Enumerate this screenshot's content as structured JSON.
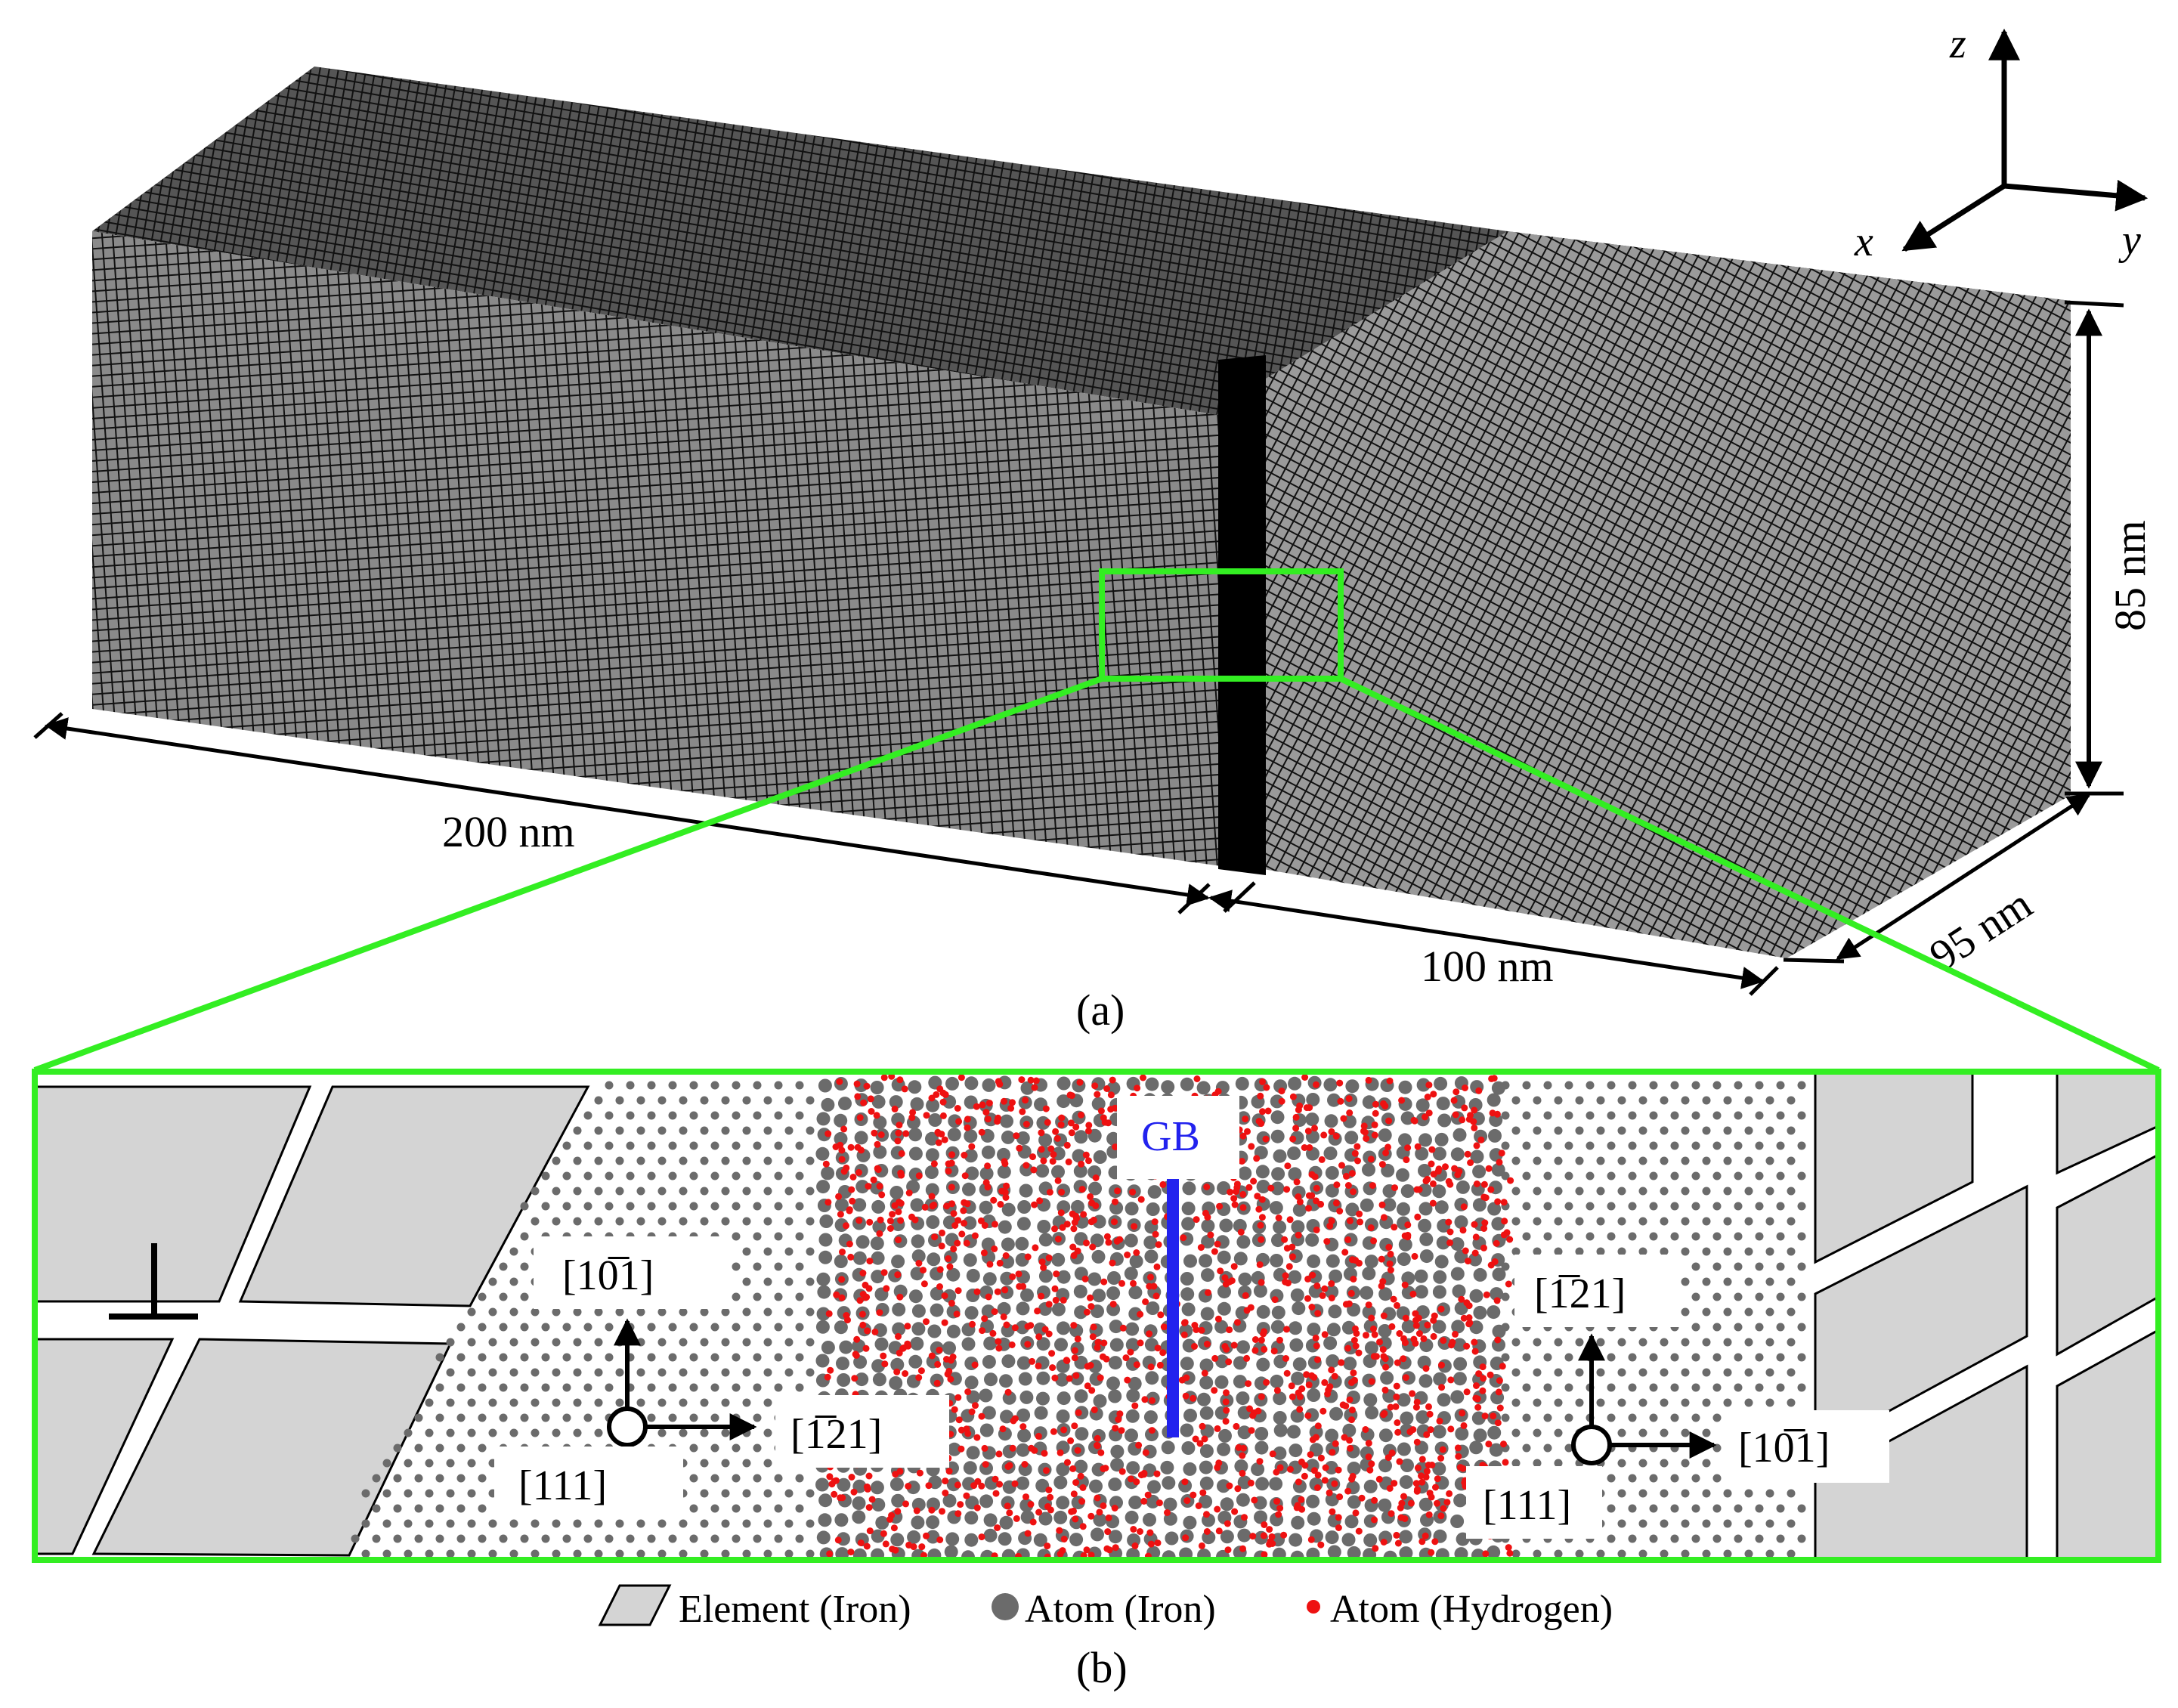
{
  "axes": {
    "z": "z",
    "x": "x",
    "y": "y"
  },
  "dimensions": {
    "length_left": "200 nm",
    "length_right": "100 nm",
    "depth": "95 nm",
    "height": "85 nm"
  },
  "panel_a_label": "(a)",
  "panel_b_label": "(b)",
  "gb_label": "GB",
  "left_grain": {
    "up": "[10̅1]",
    "right": "[1̅21]",
    "out": "[111]"
  },
  "right_grain": {
    "up": "[1̅21]",
    "right": "[10̅1]",
    "out": "[111]"
  },
  "legend": {
    "element": "Element (Iron)",
    "atom_iron": "Atom (Iron)",
    "atom_hydrogen": "Atom (Hydrogen)"
  },
  "colors": {
    "zoom_box": "#33ee22",
    "gb_line": "#2222ee",
    "iron_atom": "#6b6b6b",
    "hydrogen_atom": "#ee1111",
    "element_fill": "#d4d4d4",
    "mesh_dark": "#1a1a1a"
  }
}
